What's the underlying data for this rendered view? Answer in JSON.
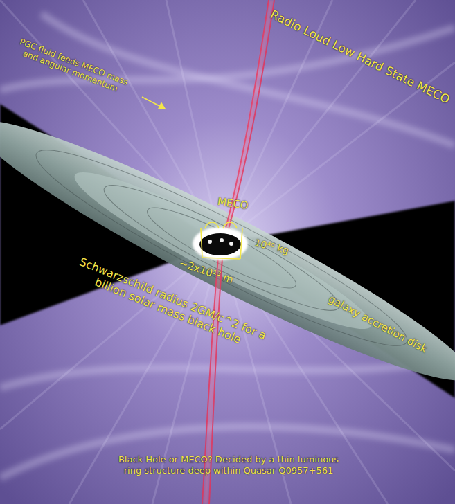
{
  "diagram": {
    "title": "Radio Loud Low Hard State MECO",
    "caption": "Black Hole or MECO? Decided by a thin luminous ring structure deep within Quasar Q0957+561",
    "labels": [
      "PGC fluid feeds MECO mass and angular momentum",
      "MECO",
      "10⁴⁰ kg",
      "~2x10¹³ m",
      "Schwarzschild radius 2GM/c^2 for a billion solar mass black hole",
      "galaxy accretion disk"
    ]
  }
}
